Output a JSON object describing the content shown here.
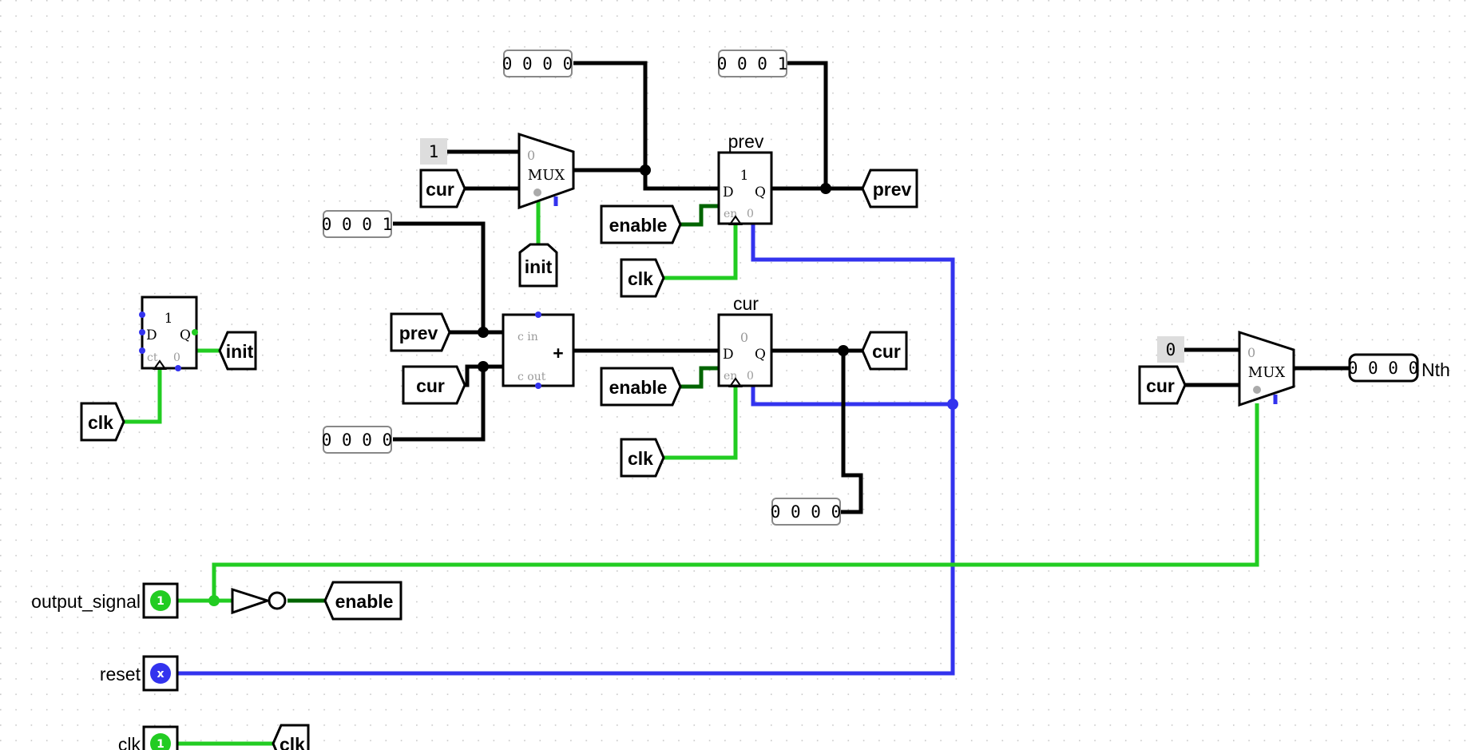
{
  "circuit": {
    "tunnels": {
      "cur_mux_in": "cur",
      "init_mux_sel": "init",
      "enable_prev": "enable",
      "clk_prev": "clk",
      "prev_out": "prev",
      "prev_adder_in": "prev",
      "cur_adder_in": "cur",
      "enable_cur": "enable",
      "clk_cur": "clk",
      "cur_out": "cur",
      "init_out": "init",
      "clk_init": "clk",
      "cur_out_mux_in": "cur",
      "enable_out": "enable",
      "clk_out": "clk"
    },
    "constants": {
      "top_left": "0 0 0 0",
      "top_right": "0 0 0 1",
      "mid_left": "0 0 0 1",
      "low_left": "0 0 0 0",
      "low_right": "0 0 0 0",
      "mux_one": "1",
      "mux_zero": "0"
    },
    "registers": {
      "prev": {
        "name": "prev",
        "initial": "1",
        "d": "D",
        "q": "Q",
        "en": "en",
        "clr": "0"
      },
      "cur": {
        "name": "cur",
        "initial": "0",
        "d": "D",
        "q": "Q",
        "en": "en",
        "clr": "0"
      },
      "init": {
        "initial": "1",
        "d": "D",
        "q": "Q",
        "ct": "ct",
        "clr": "0"
      }
    },
    "muxes": {
      "left": {
        "label": "MUX",
        "in0": "0"
      },
      "right": {
        "label": "MUX",
        "in0": "0"
      }
    },
    "adder": {
      "symbol": "+",
      "c_in": "c in",
      "c_out": "c out"
    },
    "pins": {
      "output_signal": {
        "label": "output_signal",
        "value": "1"
      },
      "reset": {
        "label": "reset",
        "value": "x"
      },
      "clk": {
        "label": "clk",
        "value": "1"
      }
    },
    "output_probe": {
      "value": "0 0 0 0",
      "label": "Nth"
    }
  },
  "colors": {
    "wire_default": "#000000",
    "wire_true": "#22cc22",
    "wire_false": "#006400",
    "wire_unknown": "#3333ee",
    "grid_dot": "#c8c8c8"
  }
}
